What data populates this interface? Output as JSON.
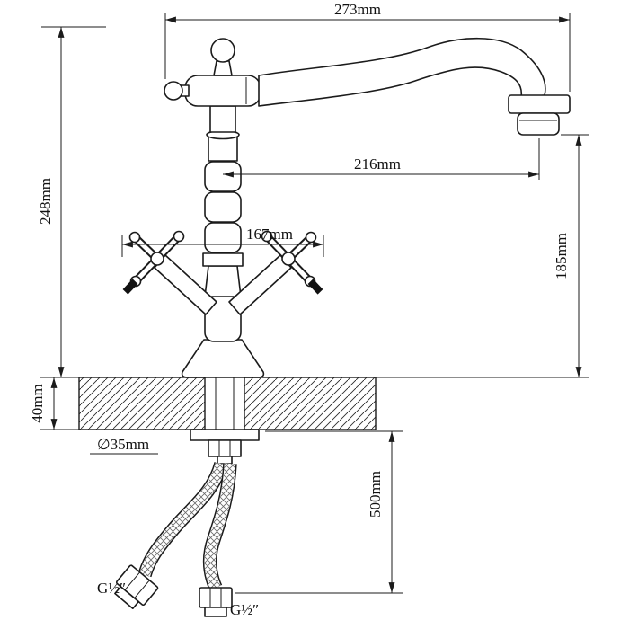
{
  "page": {
    "background": "#ffffff",
    "line_color": "#1b1b1b"
  },
  "drawing": {
    "kind": "technical-dimension-diagram",
    "subject": "classic two-handle kitchen faucet, side elevation with countertop section and flexible supply hoses",
    "units": "mm",
    "labels": {
      "total_reach": "273mm",
      "spout_reach": "216mm",
      "handle_span": "167mm",
      "height_above_deck": "248mm",
      "deck_thickness": "40mm",
      "spout_outlet_height": "185mm",
      "hose_length": "500mm",
      "mount_hole_diameter": "∅35mm",
      "left_hose_thread": "G½″",
      "right_hose_thread": "G½″"
    }
  }
}
